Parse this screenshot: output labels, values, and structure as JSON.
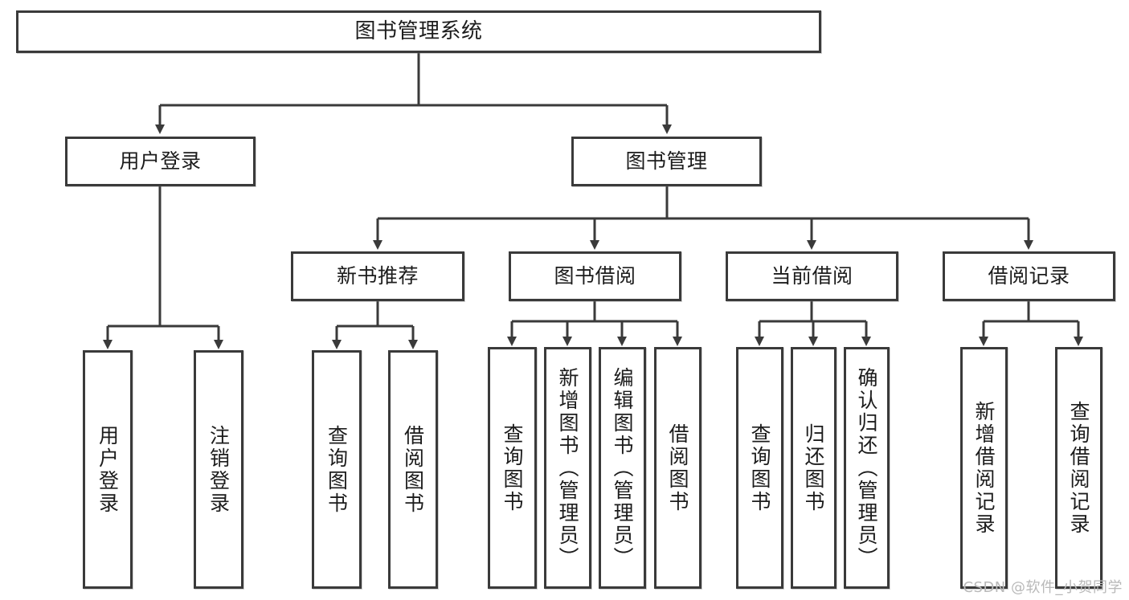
{
  "diagram": {
    "title": "图书管理系统",
    "watermark": "CSDN @软件_小贺同学",
    "line_color": "#3a3a3a",
    "box_fill": "#ffffff",
    "text_color": "#1c1c1c",
    "root": {
      "label": "图书管理系统"
    },
    "level2": [
      {
        "label": "用户登录"
      },
      {
        "label": "图书管理"
      }
    ],
    "level3": [
      {
        "label": "新书推荐"
      },
      {
        "label": "图书借阅"
      },
      {
        "label": "当前借阅"
      },
      {
        "label": "借阅记录"
      }
    ],
    "leaves": {
      "user_login": [
        {
          "label": "用户登录"
        },
        {
          "label": "注销登录"
        }
      ],
      "new_book_recommend": [
        {
          "label": "查询图书"
        },
        {
          "label": "借阅图书"
        }
      ],
      "book_borrow": [
        {
          "label": "查询图书"
        },
        {
          "label": "新增图书（管理员）"
        },
        {
          "label": "编辑图书（管理员）"
        },
        {
          "label": "借阅图书"
        }
      ],
      "current_borrow": [
        {
          "label": "查询图书"
        },
        {
          "label": "归还图书"
        },
        {
          "label": "确认归还（管理员）"
        }
      ],
      "borrow_record": [
        {
          "label": "新增借阅记录"
        },
        {
          "label": "查询借阅记录"
        }
      ]
    }
  }
}
